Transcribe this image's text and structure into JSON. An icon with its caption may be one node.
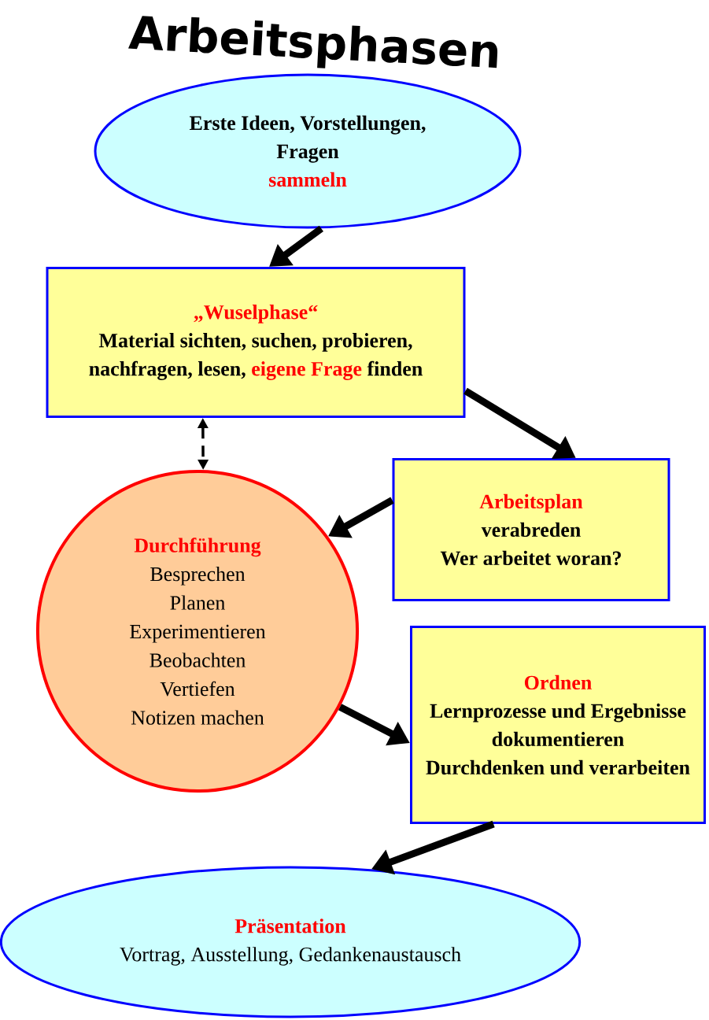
{
  "diagram": {
    "title": "Arbeitsphasen",
    "nodes": [
      {
        "text": [
          "Erste Ideen, Vorstellungen, Fragen",
          "sammeln"
        ]
      },
      {
        "text": [
          "„Wuselphase“",
          "Material sichten, suchen, probieren, nachfragen, lesen,",
          "eigene Frage",
          "finden"
        ]
      },
      {
        "text": [
          "Arbeitsplan",
          "verabreden",
          "Wer arbeitet woran?"
        ]
      },
      {
        "text": [
          "Durchführung",
          "Besprechen",
          "Planen",
          "Experimentieren",
          "Beobachten",
          "Vertiefen",
          "Notizen machen"
        ]
      },
      {
        "text": [
          "Ordnen",
          "Lernprozesse und Ergebnisse dokumentieren",
          "Durchdenken und verarbeiten"
        ]
      },
      {
        "text": [
          "Präsentation",
          "Vortrag, Ausstellung, Gedankenaustausch"
        ]
      }
    ],
    "edges": [
      {
        "from": 0,
        "to": 1,
        "arrow": "to"
      },
      {
        "from": 1,
        "to": 2,
        "arrow": "to"
      },
      {
        "from": 2,
        "to": 3,
        "arrow": "to"
      },
      {
        "from": 1,
        "to": 3,
        "arrow": "both",
        "style": "dashed"
      },
      {
        "from": 3,
        "to": 4,
        "arrow": "to"
      },
      {
        "from": 4,
        "to": 5,
        "arrow": "to"
      }
    ]
  }
}
